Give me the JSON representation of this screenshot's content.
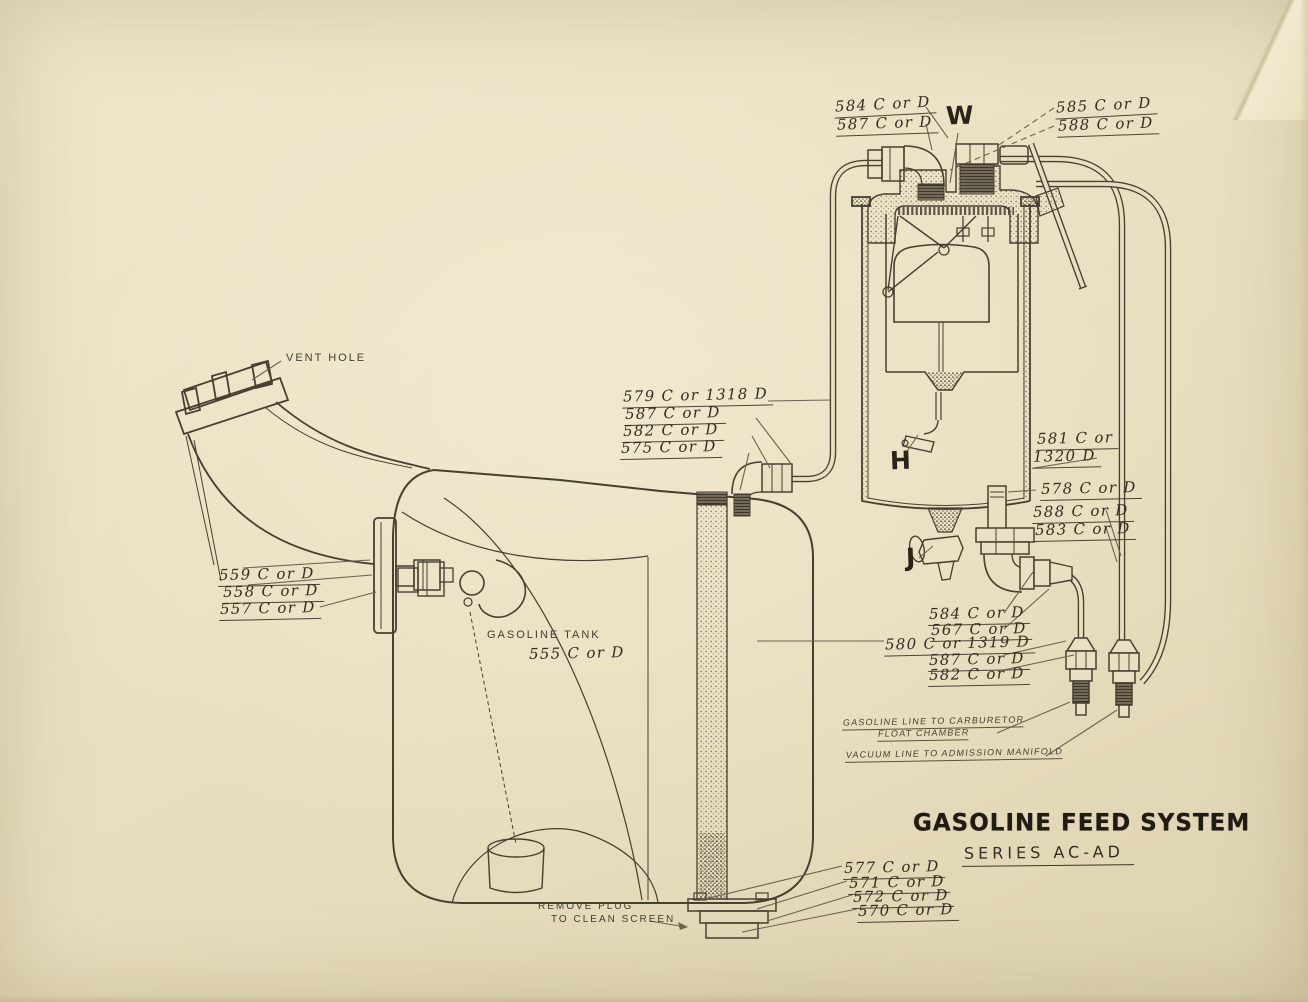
{
  "title_block": {
    "heading": "GASOLINE FEED SYSTEM",
    "series": "SERIES AC-AD"
  },
  "markers": {
    "w": "W",
    "h": "H",
    "j": "J"
  },
  "annotations": {
    "vent_hole": "VENT HOLE",
    "tank_name": "GASOLINE TANK",
    "tank_part": "555 C or D",
    "remove_plug_line1": "REMOVE PLUG",
    "remove_plug_line2": "TO CLEAN SCREEN",
    "gasoline_line_line1": "GASOLINE LINE TO CARBURETOR",
    "gasoline_line_line2": "FLOAT CHAMBER",
    "vacuum_line": "VACUUM LINE TO ADMISSION MANIFOLD"
  },
  "part_labels": {
    "top_left_1": "584 C or D",
    "top_left_2": "587 C or D",
    "top_right_1": "585 C or D",
    "top_right_2": "588 C or D",
    "feed_pipe_1": "579 C or 1318 D",
    "feed_pipe_2": "587 C or D",
    "feed_pipe_3": "582 C or D",
    "feed_pipe_4": "575 C or D",
    "vacuum_tank_line1": "581 C or",
    "vacuum_tank_line2": "1320 D",
    "outlet_stub": "578 C or D",
    "vac_line_1": "588 C or D",
    "vac_line_2": "583 C or D",
    "filler_1": "559 C or D",
    "filler_2": "558 C or D",
    "filler_3": "557 C or D",
    "carb_line_1": "584 C or D",
    "carb_line_2": "567 C or D",
    "carb_line_3": "580 C or 1319 D",
    "carb_line_4": "587 C or D",
    "carb_line_5": "582 C or D",
    "drain_1": "577 C or D",
    "drain_2": "571 C or D",
    "drain_3": "572 C or D",
    "drain_4": "570 C or D"
  },
  "palette": {
    "paper": "#e9dfc2",
    "ink": "#473f30",
    "leader": "#6b6250"
  }
}
